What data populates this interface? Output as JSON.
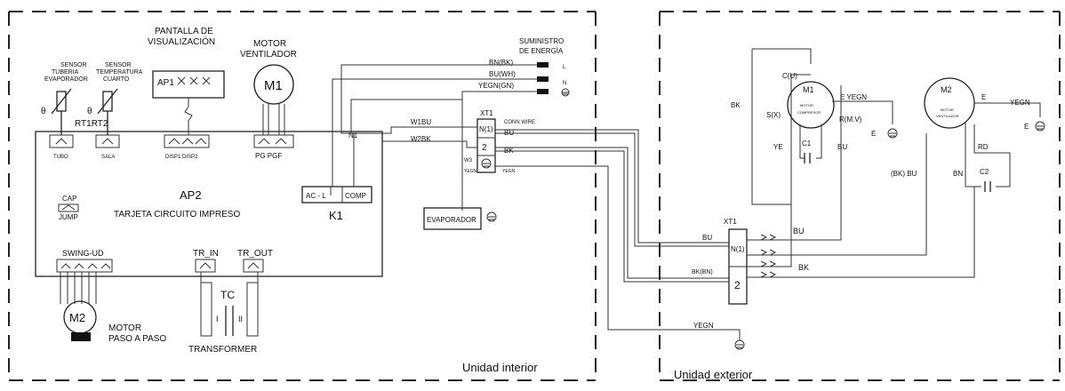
{
  "indoor": {
    "sensor_tube": [
      "SENSOR",
      "TUBERIA",
      "EVAPORADOR"
    ],
    "sensor_room": [
      "SENSOR",
      "TEMPERATURA",
      "CUARTO"
    ],
    "rt_label": "RT1RT2",
    "tubo_label": "TUBO",
    "sala_label": "SALA",
    "display_title": [
      "PANTALLA DE",
      "VISUALIZACIÓN"
    ],
    "ap1_label": "AP1",
    "disp_label": "DISP1 DISP2",
    "motor_fan_title": [
      "MOTOR",
      "VENTILADOR"
    ],
    "m1_label": "M1",
    "pg_label": "PG PGF",
    "supply_title": [
      "SUMINISTRO",
      "DE ENERGÍA"
    ],
    "supply_wires": [
      "BN(BK)",
      "BU(WH)",
      "YEGN(GN)"
    ],
    "supply_terms": [
      "L",
      "N",
      ""
    ],
    "w1_label": "W1BU",
    "w2_label": "W2BK",
    "n1_label": "N1",
    "xt1_label": "XT1",
    "conn_wire": "CONN WIRE",
    "term_n": "N(1)",
    "term_bu": "BU",
    "term_2": "2",
    "term_bk": "BK",
    "w3_label": "W3",
    "yegn_small": "YEGN",
    "cap_label": "CAP",
    "jump_label": "JUMP",
    "ap2_label": "AP2",
    "board_label": "TARJETA CIRCUITO IMPRESO",
    "acl_label": "AC - L",
    "comp_label": "COMP",
    "k1_label": "K1",
    "evaporador_label": "EVAPORADOR",
    "swing_label": "SWING-UD",
    "tr_in_label": "TR_IN",
    "tr_out_label": "TR_OUT",
    "tc_label": "TC",
    "tc_i": "I",
    "tc_ii": "II",
    "m2_label": "M2",
    "stepper_label": [
      "MOTOR",
      "PASO A PASO"
    ],
    "transformer_label": "TRANSFORMER",
    "unit_label": "Unidad interior"
  },
  "outdoor": {
    "xt1_label": "XT1",
    "bu_in": "BU",
    "n1_label": "N(1)",
    "bkbn_in": "BK(BN)",
    "term_2": "2",
    "yegn_ground": "YEGN",
    "bu_out": "BU",
    "bk_out": "BK",
    "bk_top": "BK",
    "m1_label": "M1",
    "m1_sub": [
      "MOTOR",
      "COMPRESOR"
    ],
    "cu_label": "C(U)",
    "sx_label": "S(X)",
    "e_yegn": "E YEGN",
    "rmv_label": "R(M.V)",
    "e_label": "E",
    "c1_label": "C1",
    "ye_label": "YE",
    "bu_c1": "BU",
    "m2_label": "M2",
    "m2_sub": [
      "MOTOR",
      "VENTILADOR"
    ],
    "m2_e": "E",
    "yegn_fan": "YEGN",
    "e_fan": "E",
    "rd_label": "RD",
    "bkbu_label": "(BK) BU",
    "bn_label": "BN",
    "c2_label": "C2",
    "unit_label": "Unidad exterior"
  },
  "icons": [
    "thermistor-icon",
    "ground-icon",
    "motor-icon",
    "capacitor-icon",
    "transformer-icon"
  ],
  "colors": {
    "line": "#222222",
    "background": "#ffffff"
  }
}
